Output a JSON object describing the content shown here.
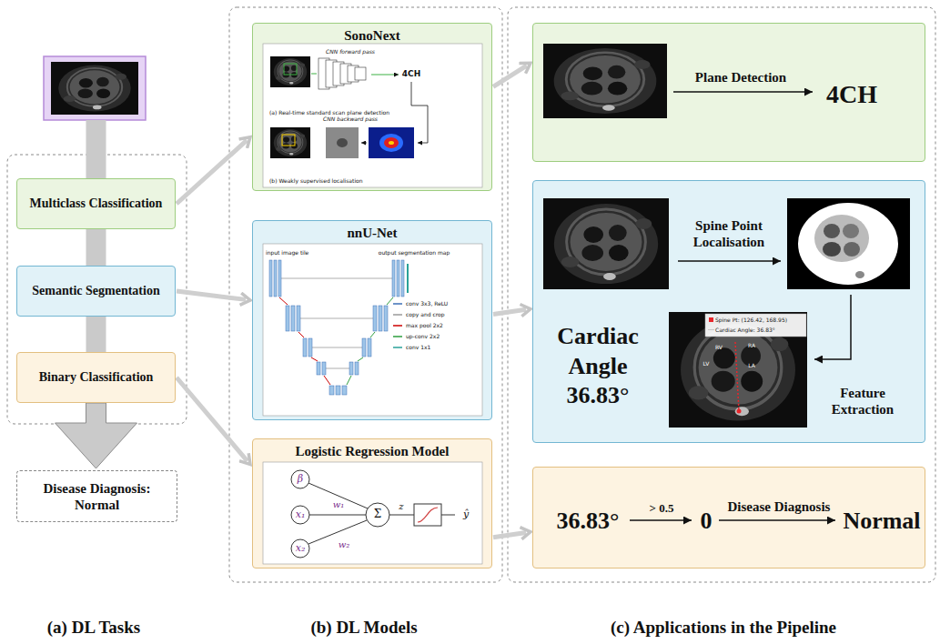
{
  "diagram": {
    "nodes": [
      {
        "text": [
          "Multiclass Classification"
        ]
      },
      {
        "text": [
          "Semantic Segmentation"
        ]
      },
      {
        "text": [
          "Binary Classification"
        ]
      },
      {
        "text": [
          "Disease Diagnosis: Normal"
        ]
      },
      {
        "text": [
          "SonoNext"
        ]
      },
      {
        "text": [
          "nnU-Net"
        ]
      },
      {
        "text": [
          "Logistic Regression Model"
        ]
      },
      {
        "text": [
          "Plane Detection",
          "4CH"
        ]
      },
      {
        "text": [
          "Spine Point Localisation",
          "Cardiac Angle 36.83°",
          "Feature Extraction"
        ]
      },
      {
        "text": [
          "36.83°",
          "> 0.5",
          "0",
          "Disease Diagnosis",
          "Normal"
        ]
      }
    ],
    "edges": [
      {
        "from": 0,
        "to": 1,
        "arrow": "none"
      },
      {
        "from": 1,
        "to": 2,
        "arrow": "none"
      },
      {
        "from": 2,
        "to": 3,
        "arrow": "to"
      },
      {
        "from": 0,
        "to": 4,
        "arrow": "to"
      },
      {
        "from": 1,
        "to": 5,
        "arrow": "to"
      },
      {
        "from": 2,
        "to": 6,
        "arrow": "to"
      },
      {
        "from": 4,
        "to": 7,
        "arrow": "to"
      },
      {
        "from": 5,
        "to": 8,
        "arrow": "to"
      },
      {
        "from": 6,
        "to": 9,
        "arrow": "to"
      }
    ],
    "labels": [
      "(a) Real-time standard scan plane detection",
      "CNN forward pass",
      "4CH",
      "CNN backward pass",
      "(b) Weakly supervised localisation",
      "input image tile",
      "output segmentation map",
      "conv 3x3, ReLU",
      "copy and crop",
      "max pool 2x2",
      "up-conv 2x2",
      "conv 1x1",
      "β",
      "x₁",
      "w₁",
      "x₂",
      "w₂",
      "Σ",
      "z",
      "ŷ",
      "RV",
      "RA",
      "LV",
      "LA",
      "(a) DL Tasks",
      "(b) DL Models",
      "(c) Applications in the Pipeline"
    ],
    "legend": [
      {
        "text": "Spine Pt: (126.42, 168.95)",
        "color": "#e8262b"
      },
      {
        "text": "Cardiac Angle: 36.83°"
      }
    ]
  }
}
